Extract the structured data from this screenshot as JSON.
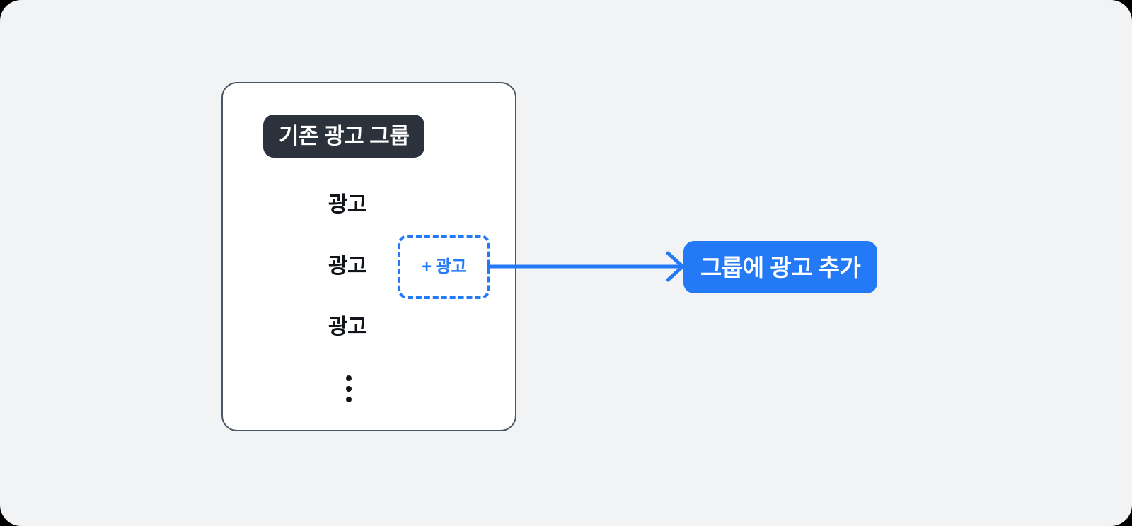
{
  "page": {
    "background_color": "#f1f3f5",
    "accent_color": "#2479f6",
    "dark_chip_color": "#2b323c",
    "card_border_color": "#4b5563"
  },
  "group_card": {
    "name": "existing-ad-group-card",
    "chip_label": "기존 광고 그룹",
    "ad_items": [
      {
        "label": "광고"
      },
      {
        "label": "광고"
      },
      {
        "label": "광고"
      }
    ],
    "overflow_indicator": "⋮",
    "add_ad_button": {
      "label": "+ 광고",
      "plus_glyph": "+",
      "text": "광고"
    }
  },
  "callout": {
    "badge_label": "그룹에 광고 추가",
    "arrow": {
      "direction": "right",
      "color": "#2479f6"
    }
  }
}
